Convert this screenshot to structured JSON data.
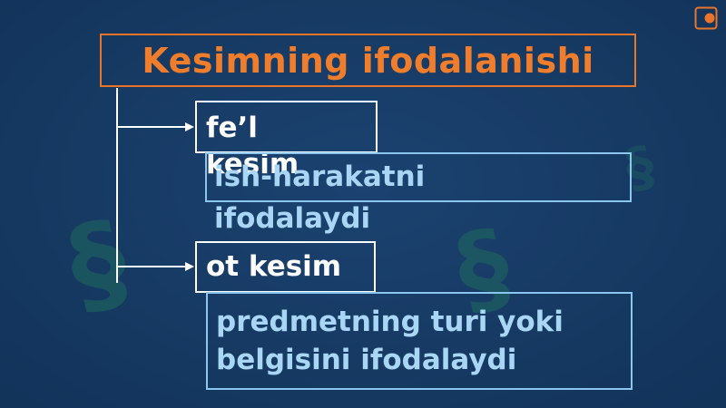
{
  "title": "Kesimning ifodalanishi",
  "nodes": [
    {
      "label": "fe’l kesim",
      "description": "ish-harakatni ifodalaydi"
    },
    {
      "label": "ot kesim",
      "description": "predmetning turi yoki belgisini ifodalaydi"
    }
  ],
  "colors": {
    "background": "#163a63",
    "title_accent": "#f07d2c",
    "node_border": "#ffffff",
    "description_text": "#a9d6f5",
    "watermark": "#1f6b5e"
  },
  "icons": {
    "corner": "presentation-marker-icon",
    "watermark": "watermark-logo-icon"
  }
}
